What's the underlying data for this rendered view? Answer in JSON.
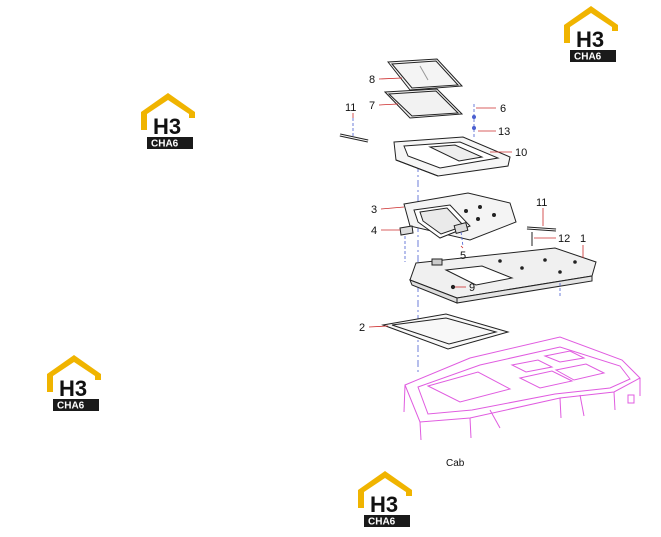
{
  "callouts": {
    "c1": "1",
    "c2": "2",
    "c3": "3",
    "c4": "4",
    "c5": "5",
    "c6": "6",
    "c7": "7",
    "c8": "8",
    "c9": "9",
    "c10": "10",
    "c11a": "11",
    "c11b": "11",
    "c12": "12",
    "c13": "13"
  },
  "caption": "Cab",
  "logo": {
    "mark": "H3",
    "word": "CHA6"
  },
  "colors": {
    "leader": "#cc2b2b",
    "cab": "#e05ce0",
    "logo_gold": "#f0b400",
    "logo_dark": "#1a1a1a"
  }
}
